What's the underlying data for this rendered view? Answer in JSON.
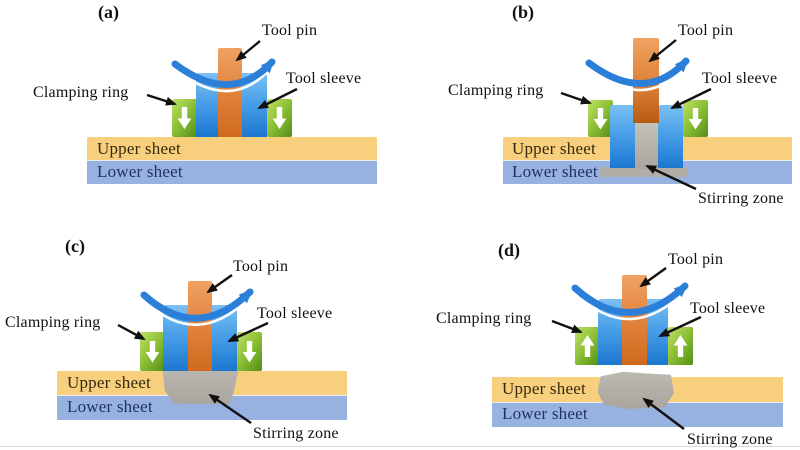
{
  "panels": {
    "a": {
      "label": "(a)"
    },
    "b": {
      "label": "(b)"
    },
    "c": {
      "label": "(c)"
    },
    "d": {
      "label": "(d)"
    }
  },
  "labels": {
    "tool_pin": "Tool pin",
    "tool_sleeve": "Tool sleeve",
    "clamping_ring": "Clamping ring",
    "upper_sheet": "Upper sheet",
    "lower_sheet": "Lower sheet",
    "stirring_zone": "Stirring zone"
  },
  "icons": {
    "rotation": "rotation-arrow",
    "clamp_force_down": "down-block-arrow",
    "clamp_force_up": "up-block-arrow",
    "annotation": "black-pointer-arrow"
  },
  "colors": {
    "tool_pin": "#df7d33",
    "tool_sleeve": "#3b93e0",
    "clamping_ring": "#7db52c",
    "upper_sheet": "#f8cf7c",
    "lower_sheet": "#97b1e0",
    "stirring_zone": "#b2ada6",
    "rotation_arrow": "#2b7fd8",
    "annotation_arrow": "#111111",
    "background": "#ffffff"
  }
}
